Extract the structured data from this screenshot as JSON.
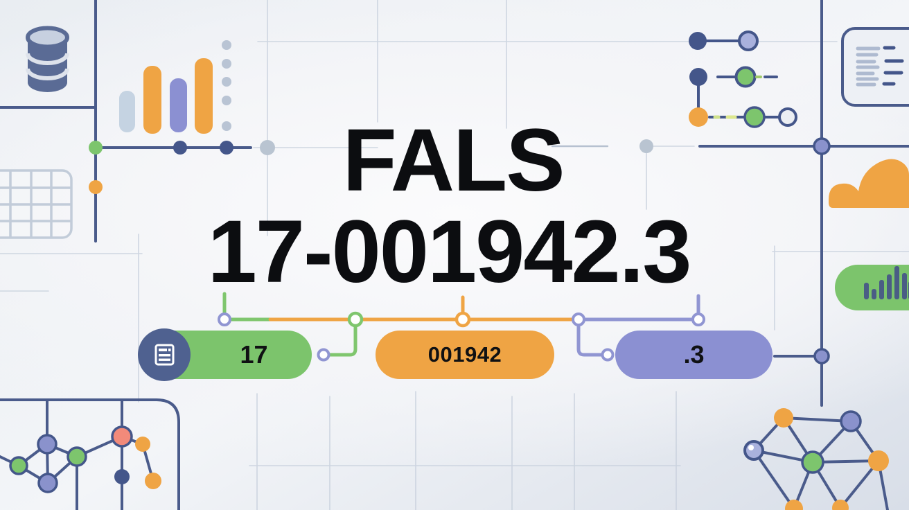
{
  "heading": {
    "line1": "FALS",
    "line2": "17-001942.3"
  },
  "badges": [
    {
      "label": "17",
      "color": "#7cc46c",
      "icon": "document-badge-icon"
    },
    {
      "label": "001942",
      "color": "#efa444"
    },
    {
      "label": ".3",
      "color": "#8b90d2"
    }
  ],
  "palette": {
    "slate_line": "#4a5b8b",
    "node_dark": "#44568a",
    "green": "#7dc56d",
    "orange": "#efa444",
    "purple_pill": "#8b90d2",
    "purple_node": "#8a92cc",
    "light_purple": "#a9b1dd",
    "salmon": "#f28a7a",
    "gray_node": "#b9c4d1",
    "light_bar": "#c5d3e2",
    "heading_text": "#0c0d10"
  },
  "icons": {
    "database-icon": "cylinder-shape",
    "bar-chart-icon": "rounded-vertical-bars",
    "dot-plot-icon": "node-link-rows",
    "document-card-icon": "card-with-text-lines",
    "cloud-icon": "cloud-area-shape",
    "mini-bar-chart-icon": "bars-inside-green-pill",
    "table-grid-icon": "grid-cells",
    "network-graph-left-icon": "colored-node-graph",
    "network-graph-right-icon": "colored-node-graph",
    "document-badge-icon": "white-form-with-lines",
    "segment-connector": "three-color-timeline-with-ring-nodes"
  }
}
